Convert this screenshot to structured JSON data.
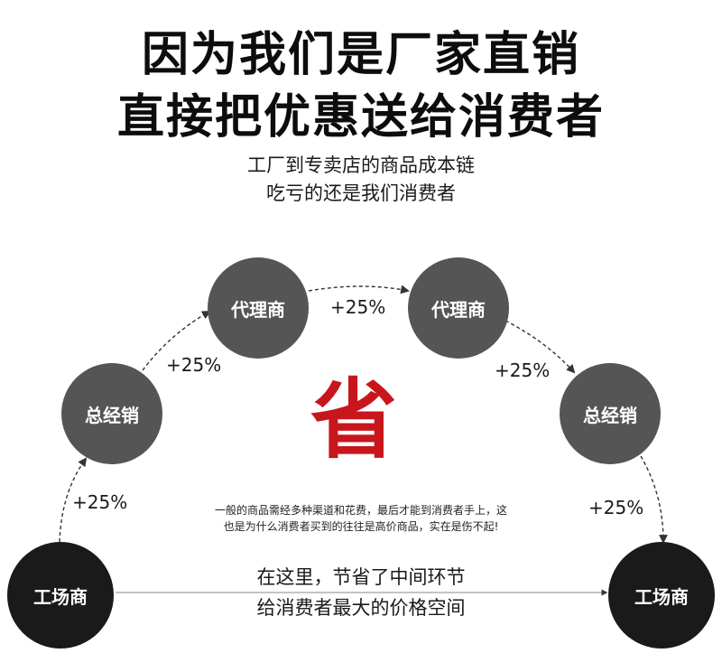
{
  "headline": {
    "line1": "因为我们是厂家直销",
    "line2": "直接把优惠送给消费者"
  },
  "subtitle": {
    "line1": "工厂到专卖店的商品成本链",
    "line2": "吃亏的还是我们消费者"
  },
  "nodes": {
    "factory_left": "工场商",
    "distributor_left": "总经销",
    "agent_left": "代理商",
    "agent_right": "代理商",
    "distributor_right": "总经销",
    "factory_right": "工场商"
  },
  "markups": [
    "+25%",
    "+25%",
    "+25%",
    "+25%",
    "+25%"
  ],
  "save_char": "省",
  "note": {
    "line1": "一般的商品需经多种渠道和花费，最后才能到消费者手上，这",
    "line2": "也是为什么消费者买到的往往是高价商品，实在是伤不起!"
  },
  "bottom": {
    "line1": "在这里，节省了中间环节",
    "line2": "给消费者最大的价格空间"
  },
  "colors": {
    "end_node": "#1a1a1a",
    "mid_node": "#555555",
    "save_red": "#c8161d"
  }
}
